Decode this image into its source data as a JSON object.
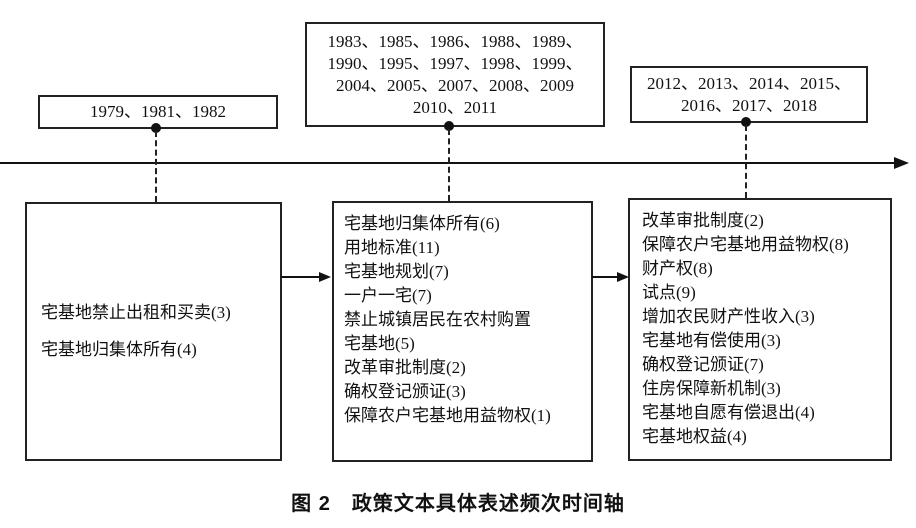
{
  "caption": "图 2　政策文本具体表述频次时间轴",
  "colors": {
    "line": "#111111",
    "border": "#222222",
    "background": "#ffffff",
    "text": "#111111"
  },
  "timeline": {
    "periods": [
      {
        "years_lines": [
          "1979、1981、1982"
        ],
        "policies": [
          "宅基地禁止出租和买卖(3)",
          "宅基地归集体所有(4)"
        ]
      },
      {
        "years_lines": [
          "1983、1985、1986、1988、1989、",
          "1990、1995、1997、1998、1999、",
          "2004、2005、2007、2008、2009",
          "2010、2011"
        ],
        "policies": [
          "宅基地归集体所有(6)",
          "用地标准(11)",
          "宅基地规划(7)",
          "一户一宅(7)",
          "禁止城镇居民在农村购置\n宅基地(5)",
          "改革审批制度(2)",
          "确权登记颁证(3)",
          "保障农户宅基地用益物权(1)"
        ]
      },
      {
        "years_lines": [
          "2012、2013、2014、2015、",
          "2016、2017、2018"
        ],
        "policies": [
          "改革审批制度(2)",
          "保障农户宅基地用益物权(8)",
          "财产权(8)",
          "试点(9)",
          "增加农民财产性收入(3)",
          "宅基地有偿使用(3)",
          "确权登记颁证(7)",
          "住房保障新机制(3)",
          "宅基地自愿有偿退出(4)",
          "宅基地权益(4)"
        ]
      }
    ]
  }
}
